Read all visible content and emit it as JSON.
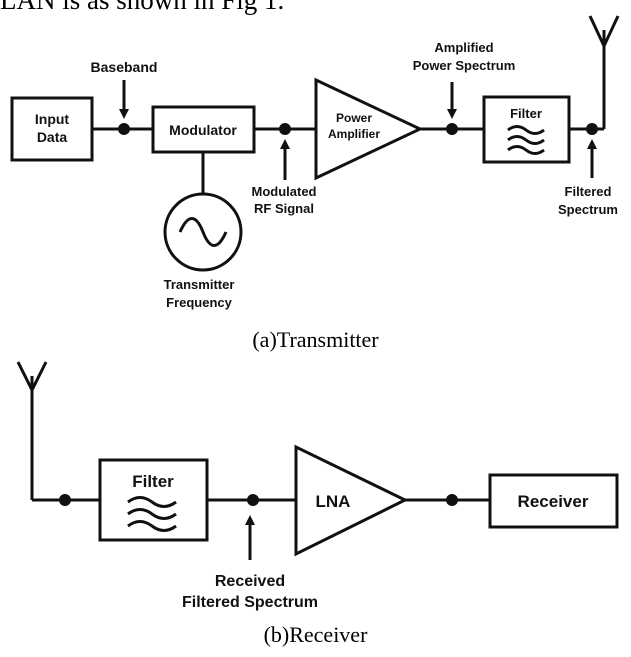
{
  "page_header_text": "LAN is as shown in Fig 1.",
  "transmitter": {
    "caption": "(a)Transmitter",
    "input_data_line1": "Input",
    "input_data_line2": "Data",
    "baseband_label": "Baseband",
    "modulator_label": "Modulator",
    "modulated_line1": "Modulated",
    "modulated_line2": "RF Signal",
    "power_amp_line1": "Power",
    "power_amp_line2": "Amplifier",
    "amplified_line1": "Amplified",
    "amplified_line2": "Power Spectrum",
    "filter_label": "Filter",
    "filtered_line1": "Filtered",
    "filtered_line2": "Spectrum",
    "transmitter_freq_line1": "Transmitter",
    "transmitter_freq_line2": "Frequency"
  },
  "receiver": {
    "caption": "(b)Receiver",
    "filter_label": "Filter",
    "received_line1": "Received",
    "received_line2": "Filtered Spectrum",
    "lna_label": "LNA",
    "receiver_label": "Receiver"
  }
}
